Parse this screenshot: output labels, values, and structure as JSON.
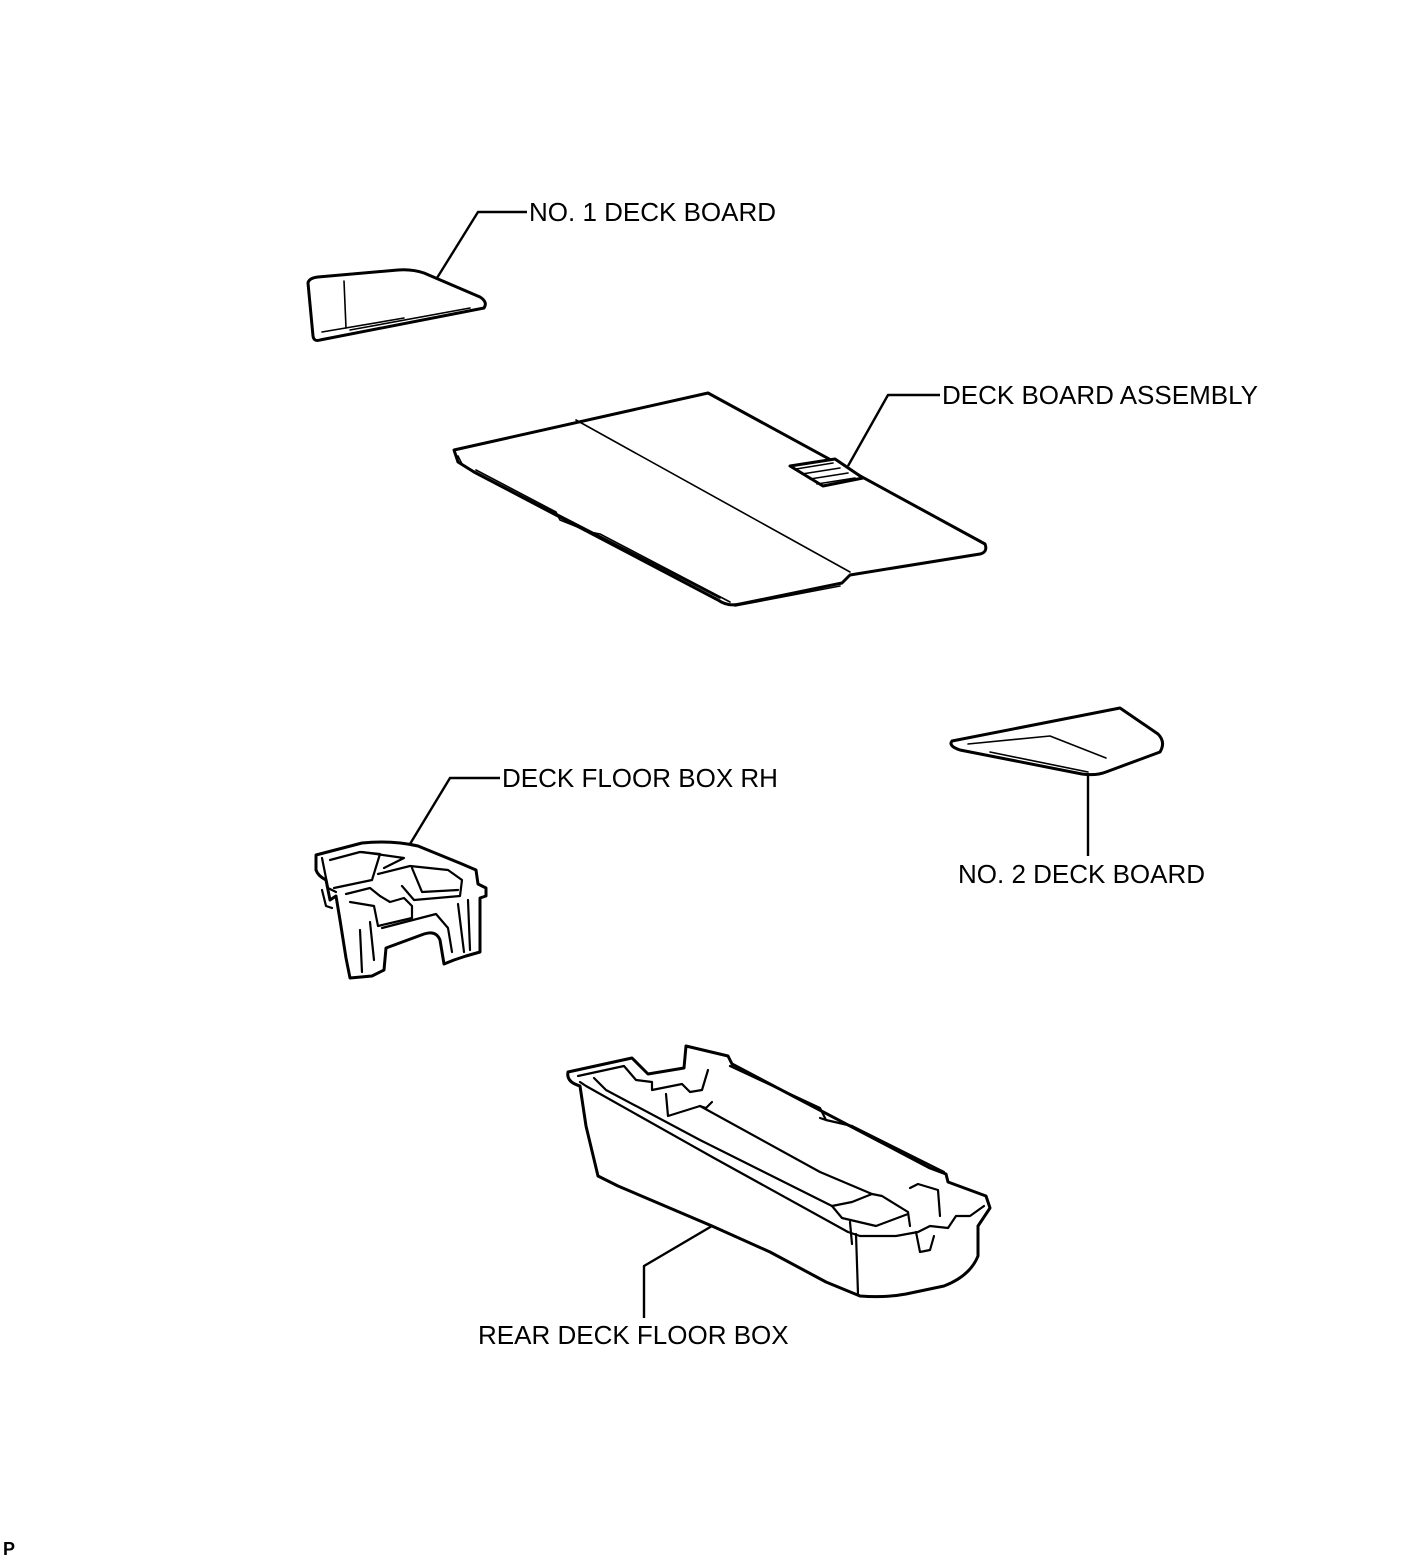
{
  "labels": {
    "no1_deck_board": "NO. 1 DECK BOARD",
    "deck_board_assembly": "DECK BOARD ASSEMBLY",
    "deck_floor_box_rh": "DECK FLOOR BOX RH",
    "no2_deck_board": "NO. 2 DECK BOARD",
    "rear_deck_floor_box": "REAR DECK FLOOR BOX"
  },
  "corner_mark": "P"
}
